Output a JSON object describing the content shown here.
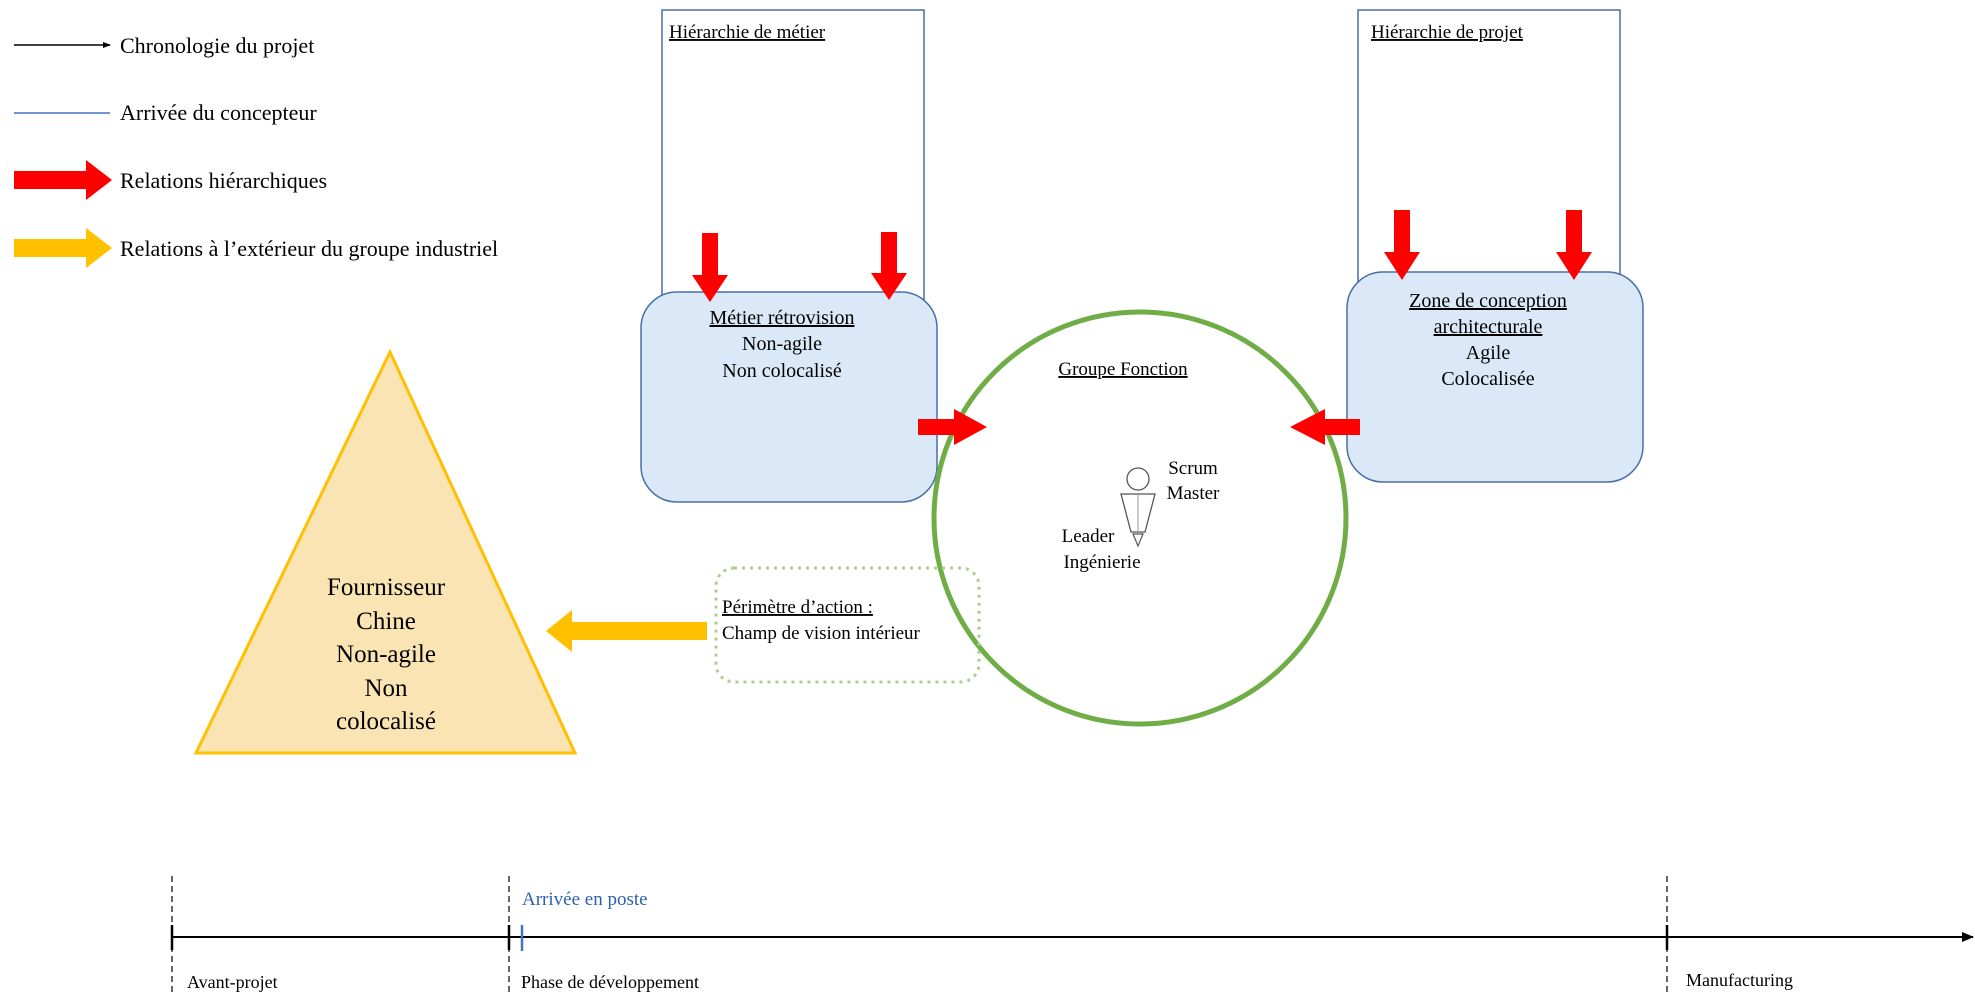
{
  "legend": {
    "chronology": "Chronologie du projet",
    "arrival": "Arrivée du concepteur",
    "hierarchical": "Relations hiérarchiques",
    "external": "Relations à l’extérieur du groupe industriel"
  },
  "boxes": {
    "hierarchie_metier": "Hiérarchie de métier",
    "hierarchie_projet": "Hiérarchie de projet",
    "metier": {
      "title": "Métier rétrovision",
      "line1": "Non-agile",
      "line2": "Non colocalisé"
    },
    "zone": {
      "title1": "Zone de conception",
      "title2": "architecturale",
      "line1": "Agile",
      "line2": "Colocalisée"
    }
  },
  "group": {
    "title": "Groupe Fonction",
    "scrum1": "Scrum",
    "scrum2": "Master",
    "leader1": "Leader",
    "leader2": "Ingénierie"
  },
  "perimeter": {
    "title": "Périmètre d’action :",
    "line": "Champ de vision intérieur"
  },
  "supplier": {
    "line1": "Fournisseur",
    "line2": "Chine",
    "line3": "Non-agile",
    "line4": "Non",
    "line5": "colocalisé"
  },
  "timeline": {
    "arrival": "Arrivée en poste",
    "phases": [
      "Avant-projet",
      "Phase de développement",
      "Manufacturing"
    ]
  },
  "colors": {
    "hierarchical_arrow": "#ff0000",
    "external_arrow": "#ffc000",
    "circle": "#70ad47",
    "box_fill": "#dae8f7",
    "box_stroke": "#4a6fa8",
    "triangle_fill": "#fbe4b3",
    "triangle_stroke": "#ffc000",
    "arrival_line": "#4472c4"
  }
}
